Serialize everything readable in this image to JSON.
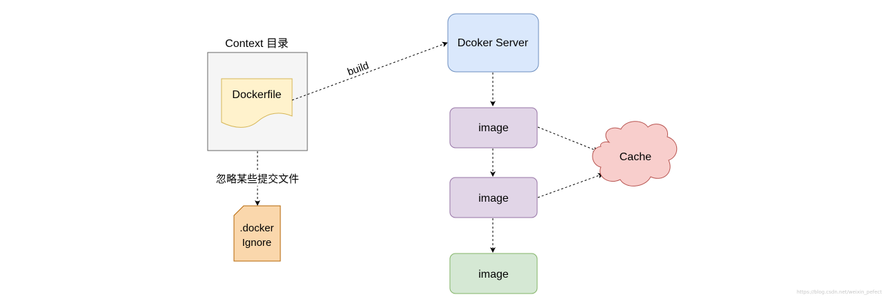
{
  "context_dir": {
    "label": "Context 目录"
  },
  "dockerfile": {
    "label": "Dockerfile"
  },
  "build_edge": {
    "label": "build"
  },
  "ignore_edge": {
    "label": "忽略某些提交文件"
  },
  "dockerignore": {
    "line1": ".docker",
    "line2": "Ignore"
  },
  "docker_server": {
    "label": "Dcoker Server"
  },
  "images": [
    {
      "label": "image"
    },
    {
      "label": "image"
    },
    {
      "label": "image"
    }
  ],
  "cache": {
    "label": "Cache"
  },
  "watermark": {
    "text": "https://blog.csdn.net/weixin_pefect"
  },
  "colors": {
    "context_fill": "#f5f5f5",
    "context_stroke": "#666666",
    "dockerfile_fill": "#fff2cc",
    "dockerfile_stroke": "#d6b656",
    "dockerignore_fill": "#fad7ac",
    "dockerignore_stroke": "#b46504",
    "server_fill": "#dae8fc",
    "server_stroke": "#6c8ebf",
    "image_fill": "#e1d5e7",
    "image_stroke": "#9673a6",
    "final_image_fill": "#d5e8d4",
    "final_image_stroke": "#82b366",
    "cache_fill": "#f8cecc",
    "cache_stroke": "#b85450",
    "edge": "#000000"
  }
}
